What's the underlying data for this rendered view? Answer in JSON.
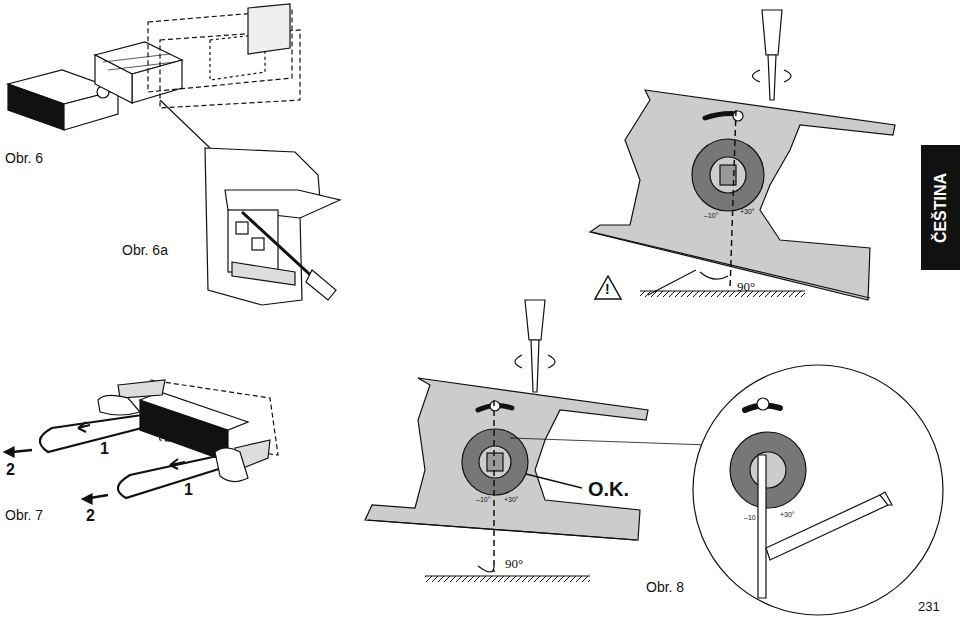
{
  "diagram": {
    "nodes": [
      {
        "text": [
          "ČEŠTINA"
        ]
      }
    ],
    "labels": [
      "Obr. 6",
      "Obr. 6a",
      "2",
      "1",
      "2",
      "1",
      "Obr. 7",
      "!",
      "90°",
      "–10°",
      "+30°",
      "–10°",
      "+30°",
      "O.K.",
      "90°",
      "–10",
      "+30°",
      "Obr. 8",
      "231"
    ]
  }
}
